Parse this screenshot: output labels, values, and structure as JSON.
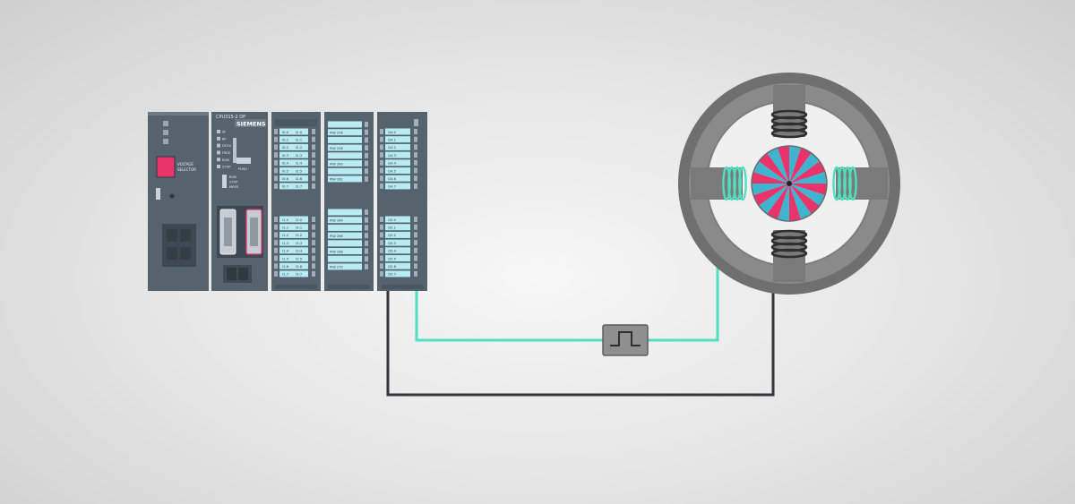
{
  "psu": {
    "label_line1": "VOLTAGE",
    "label_line2": "SELECTOR"
  },
  "cpu": {
    "model": "CPU315-2 DP",
    "brand": "SIEMENS",
    "leds": [
      "SF",
      "BF",
      "DC5V",
      "FRCE",
      "RUN",
      "STOP"
    ],
    "push_label": "PUSH",
    "modes": [
      "RUN",
      "STOP",
      "MRES"
    ]
  },
  "di_module": {
    "top_left": [
      "I0.0",
      "I0.1",
      "I0.2",
      "I0.3",
      "I0.4",
      "I0.5",
      "I0.6",
      "I0.7"
    ],
    "top_right": [
      "I2.0",
      "I2.1",
      "I2.2",
      "I2.3",
      "I2.4",
      "I2.5",
      "I2.6",
      "I2.7"
    ],
    "bottom_left": [
      "I1.0",
      "I1.1",
      "I1.2",
      "I1.3",
      "I1.4",
      "I1.5",
      "I1.6",
      "I1.7"
    ],
    "bottom_right": [
      "I3.0",
      "I3.1",
      "I3.2",
      "I3.3",
      "I3.4",
      "I3.5",
      "I3.6",
      "I3.7"
    ]
  },
  "ai_module": {
    "top": [
      "PIW 256",
      "PIW 258",
      "PIW 260",
      "PIW 262"
    ],
    "bottom": [
      "PIW 264",
      "PIW 266",
      "PIW 268",
      "PIW 270"
    ]
  },
  "do_module": {
    "top": [
      "Q4.0",
      "Q4.1",
      "Q4.2",
      "Q4.3",
      "Q4.4",
      "Q4.5",
      "Q4.6",
      "Q4.7"
    ],
    "bottom": [
      "Q5.0",
      "Q5.1",
      "Q5.2",
      "Q5.3",
      "Q5.4",
      "Q5.5",
      "Q5.6",
      "Q5.7"
    ]
  },
  "colors": {
    "wire_signal": "#4fe0bf",
    "wire_common": "#33363a",
    "rotor_a": "#e8336b",
    "rotor_b": "#3fb4cf",
    "coil": "#4fe0bf",
    "plc_body": "#4f5e6b",
    "plc_accent": "#e8336b"
  },
  "icons": [
    "pulse-signal-icon"
  ]
}
